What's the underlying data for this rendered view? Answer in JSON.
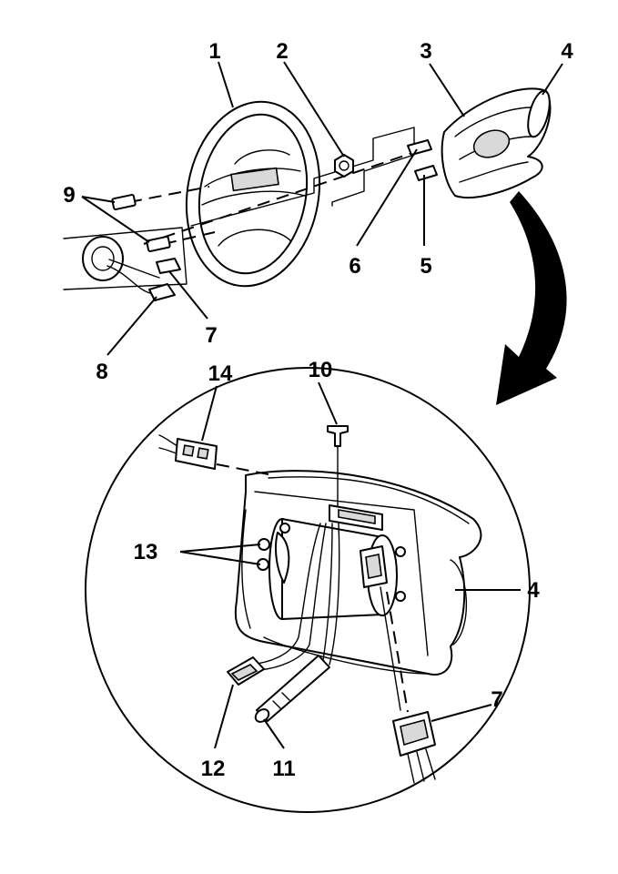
{
  "callouts": {
    "c1": "1",
    "c2": "2",
    "c3": "3",
    "c4": "4",
    "c5": "5",
    "c6": "6",
    "c7": "7",
    "c8": "8",
    "c9": "9",
    "c10": "10",
    "c11": "11",
    "c12": "12",
    "c13": "13",
    "c14": "14",
    "c4b": "4",
    "c7b": "7"
  },
  "colors": {
    "ink": "#000000",
    "paper": "#ffffff",
    "shade": "#d9d9d9"
  }
}
